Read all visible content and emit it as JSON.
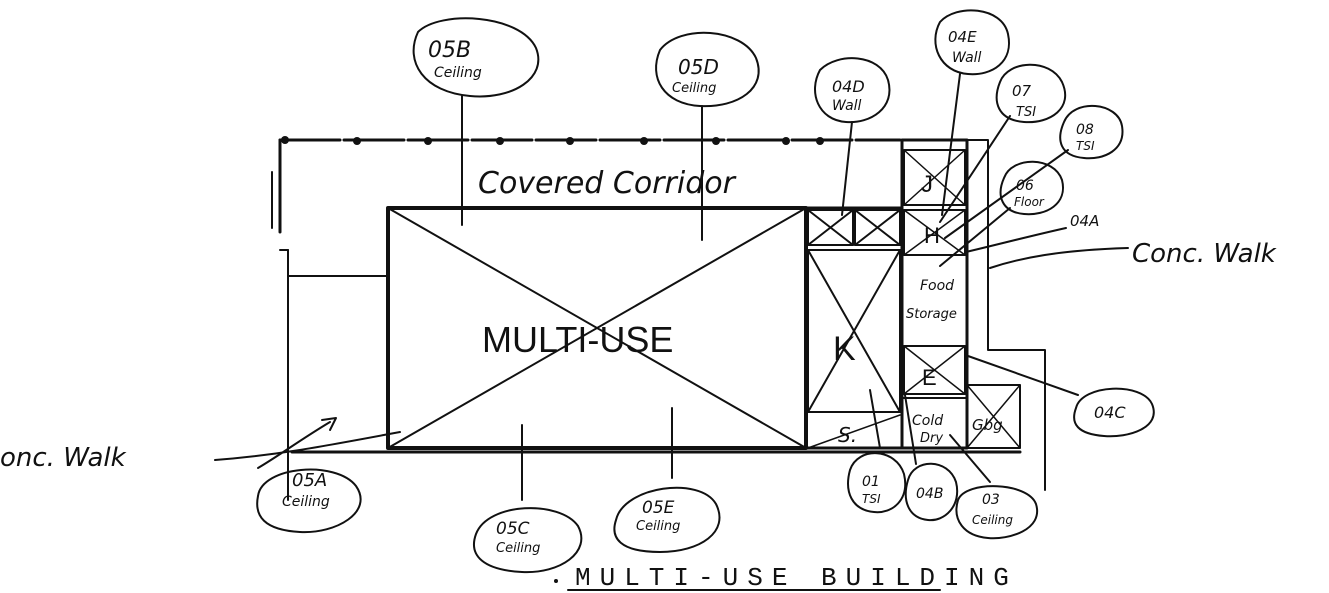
{
  "plan": {
    "corridor_label": "Covered Corridor",
    "main_room_label": "MULTI-USE",
    "room_k": "K",
    "room_j": "J",
    "room_h": "H",
    "room_e": "E",
    "room_s": "S.",
    "storage_label_1": "Food",
    "storage_label_2": "Storage",
    "cold_label": "Cold",
    "cold_label_2": "Dry",
    "room_g": "Gbg",
    "walk_right": "Conc. Walk",
    "walk_left": "onc. Walk"
  },
  "callouts": [
    {
      "id": "05B",
      "text": "Ceiling"
    },
    {
      "id": "05D",
      "text": "Ceiling"
    },
    {
      "id": "04D",
      "text": "Wall"
    },
    {
      "id": "04E",
      "text": "Wall"
    },
    {
      "id": "07",
      "text": "TSI"
    },
    {
      "id": "08",
      "text": "TSI"
    },
    {
      "id": "06",
      "text": "Floor"
    },
    {
      "id": "04A",
      "text": ""
    },
    {
      "id": "04C",
      "text": ""
    },
    {
      "id": "05A",
      "text": "Ceiling"
    },
    {
      "id": "05C",
      "text": "Ceiling"
    },
    {
      "id": "05E",
      "text": "Ceiling"
    },
    {
      "id": "01",
      "text": "TSI"
    },
    {
      "id": "04B",
      "text": ""
    },
    {
      "id": "03",
      "text": "Ceiling"
    }
  ],
  "title": "MULTI-USE BUILDING"
}
